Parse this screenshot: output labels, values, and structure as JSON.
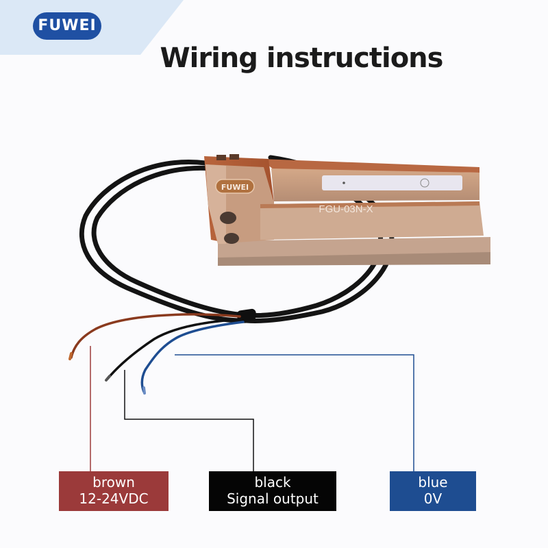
{
  "brand": {
    "logo_text": "FUWEI"
  },
  "title": "Wiring instructions",
  "sensor": {
    "brand_text": "FUWEI",
    "model_text": "FGU-03N-X"
  },
  "wires": [
    {
      "color_name": "brown",
      "function": "12-24VDC",
      "label_bg": "#9b3a3a",
      "wire_color": "#8a3a1e"
    },
    {
      "color_name": "black",
      "function": "Signal output",
      "label_bg": "#050505",
      "wire_color": "#111111"
    },
    {
      "color_name": "blue",
      "function": "0V",
      "label_bg": "#1e4d91",
      "wire_color": "#1e4d91"
    }
  ],
  "colors": {
    "brand_blue": "#1f50a3",
    "accent_light_blue": "#dbe8f6",
    "sensor_copper": "#b8643c"
  }
}
